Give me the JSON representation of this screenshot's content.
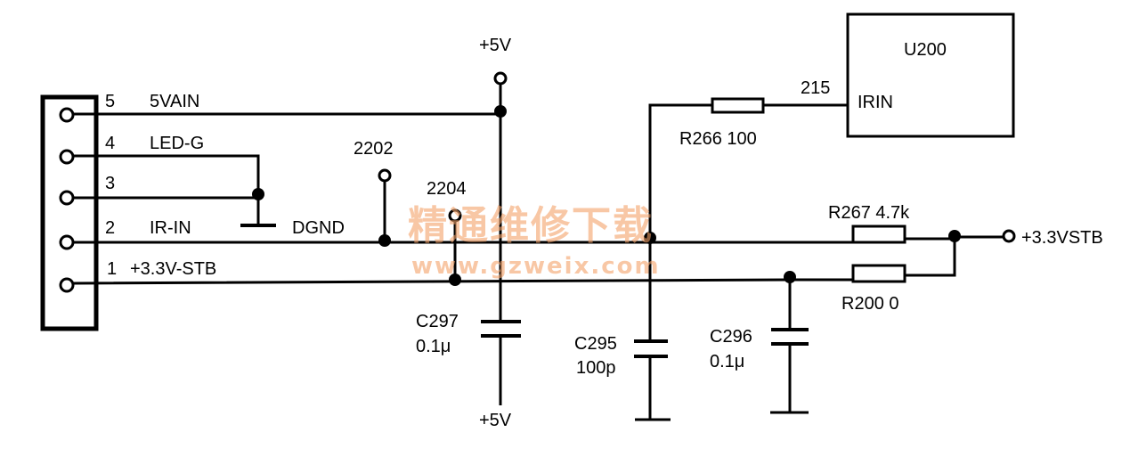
{
  "connector": {
    "pins": [
      {
        "num": "5",
        "label": "5VAIN"
      },
      {
        "num": "4",
        "label": "LED-G"
      },
      {
        "num": "3",
        "label": ""
      },
      {
        "num": "2",
        "label": "IR-IN"
      },
      {
        "num": "1",
        "label": "+3.3V-STB"
      }
    ],
    "ground_label": "DGND"
  },
  "supply": {
    "top": "+5V",
    "bottom": "+5V",
    "out": "+3.3VSTB"
  },
  "test_points": {
    "tp1": "2202",
    "tp2": "2204"
  },
  "ic": {
    "name": "U200",
    "pin_num": "215",
    "pin_name": "IRIN"
  },
  "components": {
    "r266": "R266 100",
    "r267": "R267 4.7k",
    "r200": "R200 0",
    "c297": {
      "ref": "C297",
      "value": "0.1μ"
    },
    "c295": {
      "ref": "C295",
      "value": "100p"
    },
    "c296": {
      "ref": "C296",
      "value": "0.1μ"
    }
  },
  "watermark": {
    "cn": "精通维修下载",
    "url": "www.gzweix.com",
    "color": "#f4a36b"
  }
}
